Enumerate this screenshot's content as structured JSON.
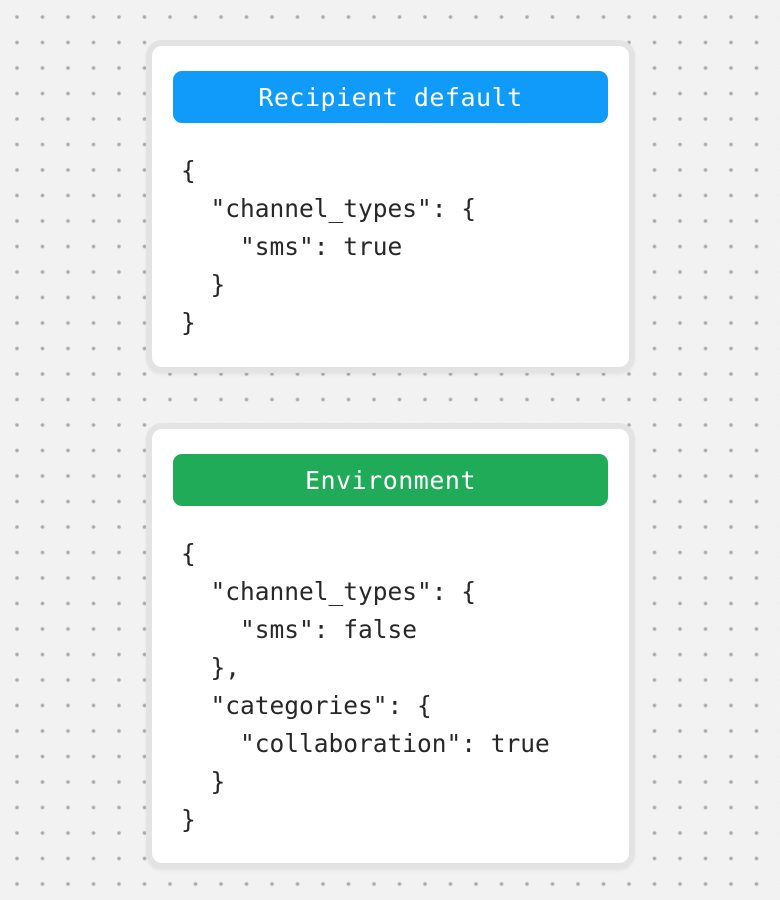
{
  "canvas": {
    "background_color": "#f2f2f3",
    "dot_color": "#a9a9a9",
    "card_border_color": "#e3e3e3"
  },
  "cards": [
    {
      "title": "Recipient default",
      "accent_color": "#109bfa",
      "code": "{\n  \"channel_types\": {\n    \"sms\": true\n  }\n}"
    },
    {
      "title": "Environment",
      "accent_color": "#1fab57",
      "code": "{\n  \"channel_types\": {\n    \"sms\": false\n  },\n  \"categories\": {\n    \"collaboration\": true\n  }\n}"
    }
  ]
}
